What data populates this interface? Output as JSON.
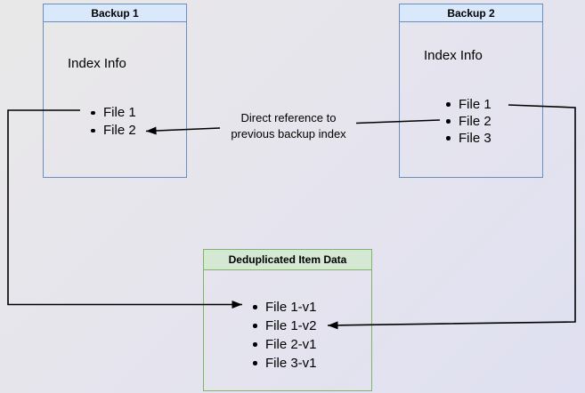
{
  "backup1": {
    "title": "Backup 1",
    "subtitle": "Index Info",
    "files": [
      "File 1",
      "File 2"
    ]
  },
  "backup2": {
    "title": "Backup 2",
    "subtitle": "Index Info",
    "files": [
      "File 1",
      "File 2",
      "File 3"
    ]
  },
  "dedup": {
    "title": "Deduplicated Item Data",
    "files": [
      "File 1-v1",
      "File 1-v2",
      "File 2-v1",
      "File 3-v1"
    ]
  },
  "connector_label": "Direct reference to previous backup index",
  "colors": {
    "blue_header_fill": "#dae8fc",
    "blue_border": "#6c8ebf",
    "green_header_fill": "#d5e8d4",
    "green_border": "#82b366",
    "line": "#000000",
    "background_start": "#e9e8e8",
    "background_end": "#dfe0f1"
  }
}
